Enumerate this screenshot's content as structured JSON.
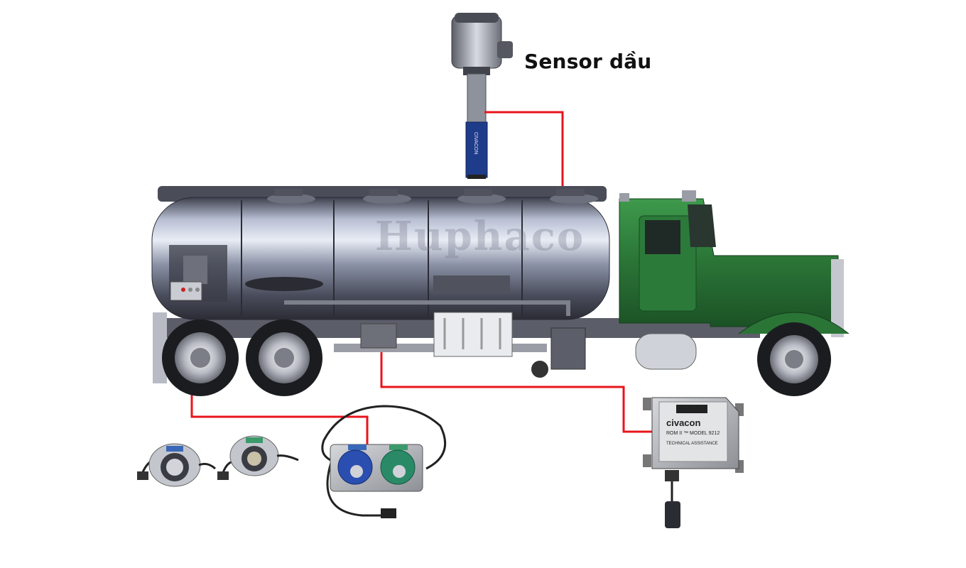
{
  "sensor_label": "Sensor dầu",
  "watermark": "Huphaco",
  "monitor": {
    "brand": "civacon",
    "model": "ROM II ™ MODEL 9212",
    "assistance": "TECHNICAL ASSISTANCE"
  },
  "probe_brand": "CIVACON",
  "colors": {
    "wire": "#e8141c",
    "tank": "#9fa6b8",
    "cab": "#2e7a3a",
    "connector_blue": "#2a4fb0",
    "connector_green": "#2a8a68"
  },
  "icons": [
    "oil-sensor-probe-icon",
    "tanker-truck-icon",
    "overfill-monitor-icon",
    "socket-connector-icon",
    "dual-socket-box-icon"
  ]
}
